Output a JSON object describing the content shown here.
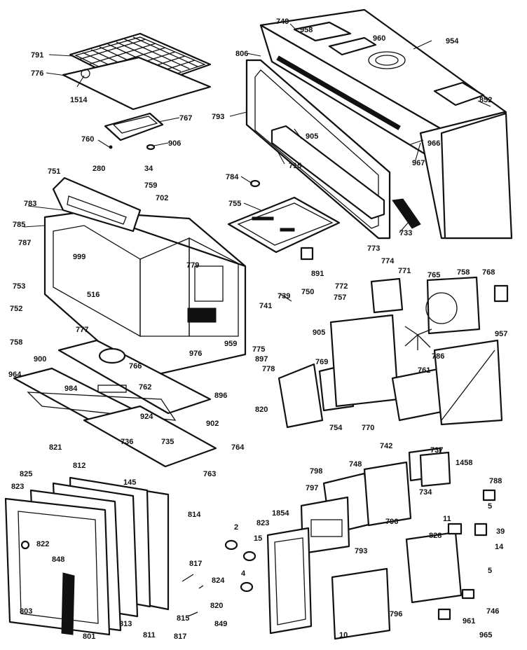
{
  "labels": [
    "791",
    "776",
    "1514",
    "767",
    "760",
    "906",
    "749",
    "958",
    "960",
    "954",
    "806",
    "793",
    "852",
    "966",
    "967",
    "905",
    "715",
    "733",
    "751",
    "280",
    "34",
    "759",
    "702",
    "783",
    "785",
    "784",
    "755",
    "787",
    "999",
    "779",
    "773",
    "774",
    "771",
    "765",
    "758",
    "768",
    "772",
    "891",
    "750",
    "753",
    "516",
    "741",
    "739",
    "757",
    "905",
    "752",
    "777",
    "959",
    "775",
    "786",
    "758",
    "900",
    "766",
    "897",
    "778",
    "957",
    "976",
    "769",
    "761",
    "964",
    "984",
    "762",
    "896",
    "820",
    "924",
    "902",
    "754",
    "770",
    "821",
    "736",
    "735",
    "764",
    "742",
    "737",
    "1458",
    "825",
    "812",
    "145",
    "763",
    "798",
    "748",
    "788",
    "823",
    "797",
    "734",
    "1854",
    "796",
    "5",
    "814",
    "2",
    "823",
    "11",
    "39",
    "822",
    "848",
    "15",
    "828",
    "14",
    "817",
    "824",
    "4",
    "793",
    "820",
    "796",
    "813",
    "815",
    "811",
    "5",
    "803",
    "801",
    "817",
    "849",
    "10",
    "746",
    "961",
    "965"
  ]
}
